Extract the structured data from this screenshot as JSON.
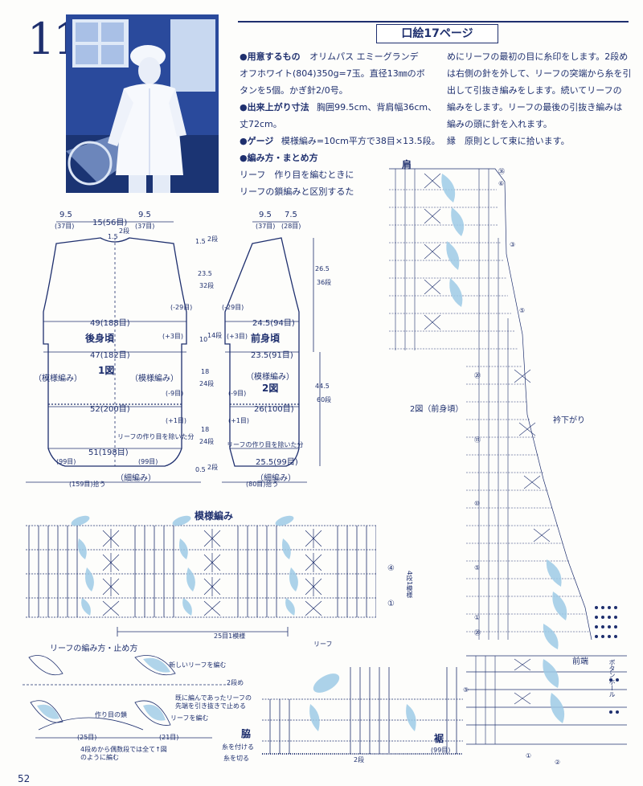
{
  "pattern_number": "11",
  "page_ref": "口絵17ページ",
  "instructions": {
    "materials_heading": "●用意するもの",
    "materials_lines": [
      "オリムパス エミーグランデ",
      "オフホワイト(804)350g=7玉。直径13㎜のボ",
      "タンを5個。かぎ針2/0号。"
    ],
    "size_heading": "●出来上がり寸法",
    "size_lines": [
      "胸囲99.5cm、背肩幅36cm、",
      "丈72cm。"
    ],
    "gauge_heading": "●ゲージ",
    "gauge_line": "模様編み=10cm平方で38目×13.5段。",
    "method_heading": "●編み方・まとめ方",
    "method_lines": [
      "リーフ　作り目を編むときに",
      "リーフの鎖編みと区別するた"
    ],
    "col2_lines": [
      "めにリーフの最初の目に糸印をします。2段め",
      "は右側の針を外して、リーフの突端から糸を引",
      "出して引抜き編みをします。続いてリーフの",
      "編みをします。リーフの最後の引抜き編みは",
      "編みの頭に針を入れます。",
      "縁　原則として束に拾います。"
    ]
  },
  "back_diagram": {
    "name": "後身頃",
    "fig": "1図",
    "pattern_left": "（模様編み）",
    "pattern_right": "（模様編み）",
    "top_dims": [
      "9.5",
      "(37目)",
      "15(56目)",
      "9.5",
      "(37目)"
    ],
    "neck": "1.5",
    "neck_rows": "2段",
    "w49": "49(188目)",
    "w47": "47(182目)",
    "w52": "52(200目)",
    "w51": "51(198目)",
    "dec1": "(-29目)",
    "inc1": "(+3目)",
    "dec2": "(-9目)",
    "inc2": "(+1目)",
    "leaf_note": "リーフの作り目を除いた分",
    "bottom_left": "(99目)",
    "bottom_right": "(99目)",
    "bottom_total": "(159目)拾う",
    "edge": "（細編み）"
  },
  "front_diagram": {
    "name": "前身頃",
    "fig": "2図",
    "pattern": "（模様編み）",
    "top_dims": [
      "9.5",
      "(37目)",
      "7.5",
      "(28目)"
    ],
    "w245": "24.5(94目)",
    "w235": "23.5(91目)",
    "w26": "26(100目)",
    "w255": "25.5(99目)",
    "dec1": "(-29目)",
    "inc1": "(+3目)",
    "dec2": "(-9目)",
    "inc2": "(+1目)",
    "leaf_note": "リーフの作り目を除いた分",
    "bottom_total": "(80目)拾う",
    "edge": "（細編み）"
  },
  "vertical_dims": [
    "1.5",
    "2段",
    "23.5",
    "32段",
    "10",
    "14段",
    "18",
    "24段",
    "18",
    "24段",
    "0.5",
    "2段",
    "26.5",
    "36段",
    "44.5",
    "60段"
  ],
  "stitch_chart": {
    "title": "模様編み",
    "repeat": "25目1模様",
    "leaf": "リーフ",
    "rows": [
      "④",
      "①",
      "4段1模様"
    ]
  },
  "leaf_method": {
    "title": "リーフの編み方・止め方",
    "new_leaf": "新しいリーフを編む",
    "row2": "2段め",
    "note": "既に編んであったリーフの先端を引き抜きで止める",
    "chain": "作り目の鎖",
    "leaf_knit": "リーフを編む",
    "left_count": "(25目)",
    "right_count": "(21目)",
    "footnote": "4段めから偶数段では全て↑図のように編む"
  },
  "front_chart": {
    "shoulder": "肩",
    "fig": "2図（前身頃）",
    "neckline": "衿下がり",
    "front_edge": "前端",
    "buttonhole": "ボタンホール",
    "row_marks": [
      "㊱",
      "⑥",
      "③",
      "⑤",
      "⑳",
      "⑮",
      "⑩",
      "⑤",
      "①",
      "⑳",
      "⑤",
      "①",
      "②"
    ]
  },
  "hem_chart": {
    "side": "脇",
    "hem": "裾",
    "count": "(99目)",
    "rows": "2段",
    "note1": "糸を付ける",
    "note2": "糸を切る"
  },
  "page_number": "52",
  "colors": {
    "ink": "#1e2f6e",
    "leaf": "#9ecbe6",
    "paper": "#fdfdfb"
  }
}
